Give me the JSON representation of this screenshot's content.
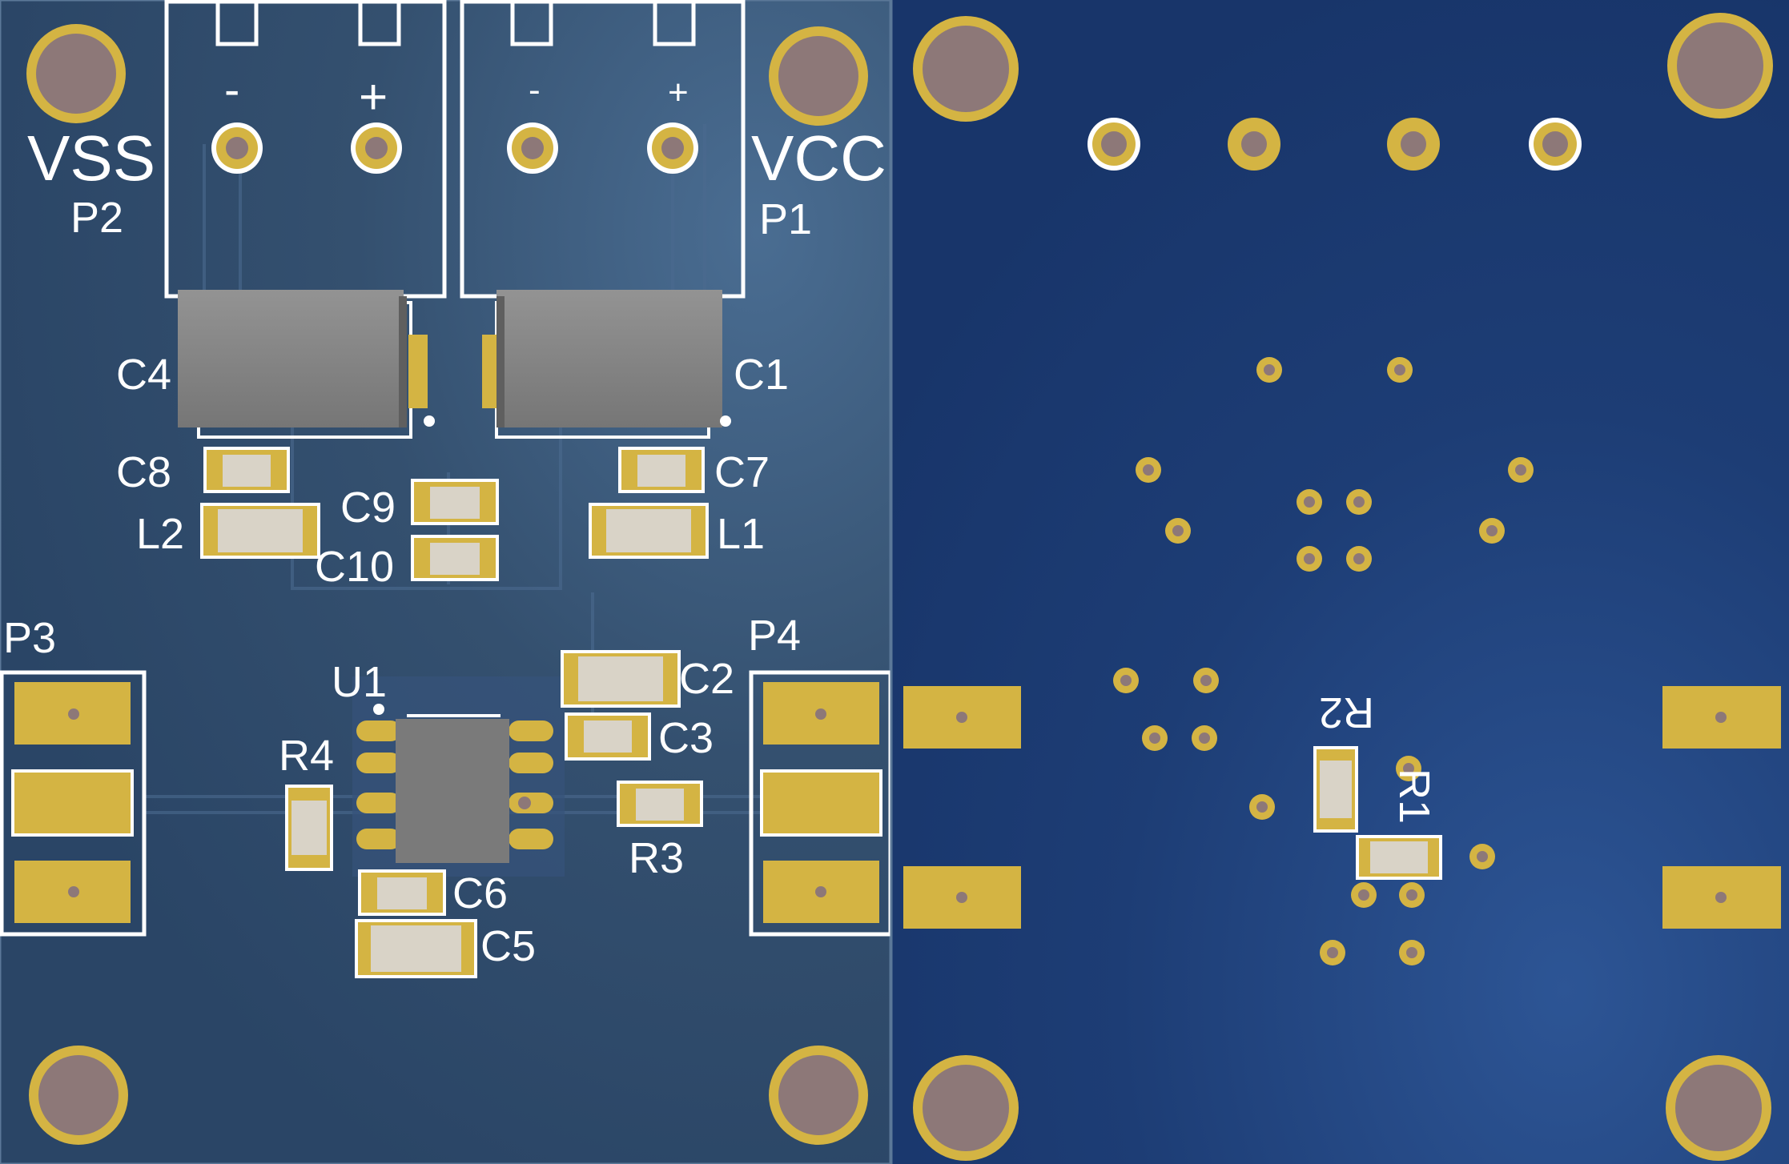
{
  "top_labels": {
    "vss": "VSS",
    "vcc": "VCC",
    "p2": "P2",
    "p1": "P1",
    "p3": "P3",
    "p4": "P4",
    "u1": "U1",
    "c1": "C1",
    "c2": "C2",
    "c3": "C3",
    "c4": "C4",
    "c5": "C5",
    "c6": "C6",
    "c7": "C7",
    "c8": "C8",
    "c9": "C9",
    "c10": "C10",
    "l1": "L1",
    "l2": "L2",
    "r3": "R3",
    "r4": "R4",
    "minus": "-",
    "plus": "+"
  },
  "bottom_labels": {
    "r1": "R1",
    "r2": "R2"
  },
  "colors": {
    "top_board": "#2e4a6c",
    "bottom_board": "#1b3a6f",
    "copper": "#d4b443",
    "hole": "#8d7878",
    "silkscreen": "#ffffff",
    "ic_body": "#7a7a7a",
    "smd_body": "#d9d3c7"
  }
}
